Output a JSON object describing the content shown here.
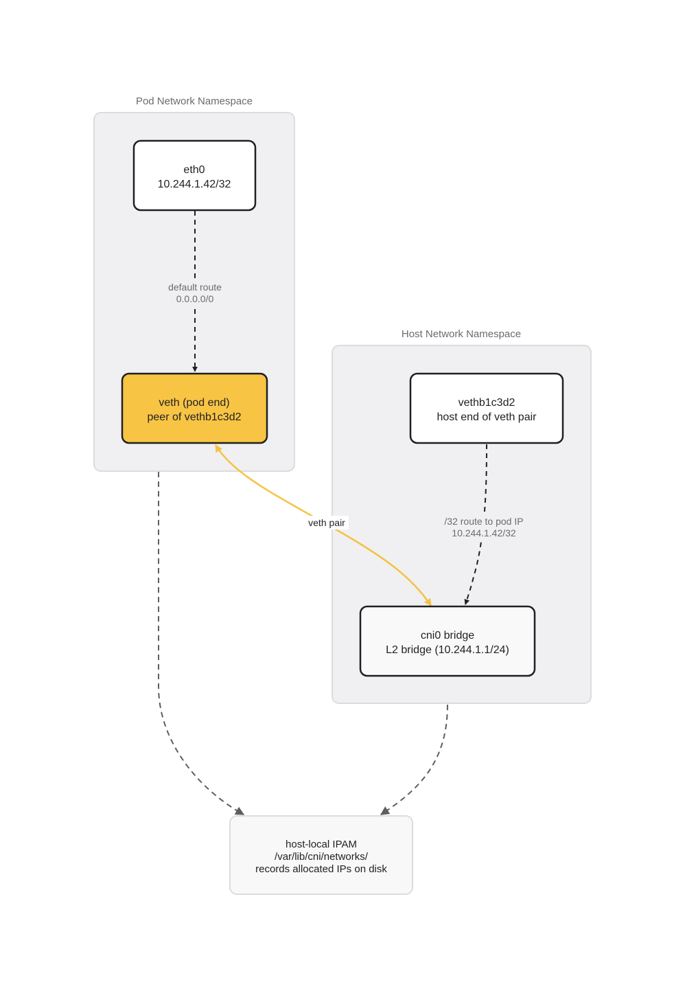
{
  "namespaces": {
    "pod": {
      "label": "Pod Network Namespace"
    },
    "host": {
      "label": "Host Network Namespace"
    }
  },
  "nodes": {
    "eth0": {
      "line1": "eth0",
      "line2": "10.244.1.42/32"
    },
    "veth_pod": {
      "line1": "veth (pod end)",
      "line2": "peer of vethb1c3d2"
    },
    "veth_host": {
      "line1": "vethb1c3d2",
      "line2": "host end of veth pair"
    },
    "cni0": {
      "line1": "cni0 bridge",
      "line2": "L2 bridge (10.244.1.1/24)"
    },
    "ipam": {
      "line1": "host-local IPAM",
      "line2": "/var/lib/cni/networks/",
      "line3": "records allocated IPs on disk"
    }
  },
  "edges": {
    "default_route": {
      "line1": "default route",
      "line2": "0.0.0.0/0"
    },
    "veth_pair": {
      "label": "veth pair"
    },
    "host_route": {
      "line1": "/32 route to pod IP",
      "line2": "10.244.1.42/32"
    }
  },
  "colors": {
    "namespace_fill": "#f0f0f2",
    "namespace_stroke": "#dcdcdf",
    "node_stroke": "#1f1f24",
    "highlight_fill": "#f8c444",
    "veth_pair_edge": "#f5c242",
    "ipam_edge": "#5e5e5e"
  }
}
